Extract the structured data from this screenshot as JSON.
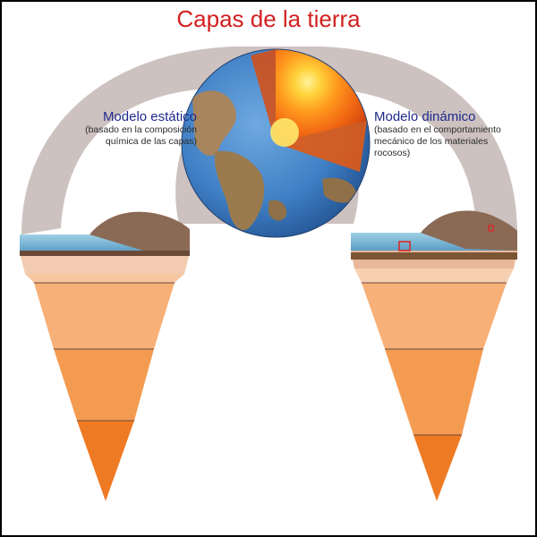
{
  "title": "Capas de la tierra",
  "models": [
    {
      "heading": "Modelo estático",
      "description": "(basado en la composición química de las capas)",
      "description_lines": [
        "(basado en la composición",
        "química de las capas)"
      ]
    },
    {
      "heading": "Modelo dinámico",
      "description": "(basado en el comportamiento mecánico de los materiales rocosos)",
      "description_lines": [
        "(basado en el comportamiento",
        "mecánico de los materiales",
        "rocosos)"
      ]
    }
  ],
  "colors": {
    "title": "#d21f1f",
    "heading": "#1f2a8c",
    "arch": "#cdc2c0",
    "ocean": "#7db8d6",
    "crust": "#e9b89a",
    "mantle_upper": "#f7b988",
    "mantle_mid": "#f5a360",
    "mantle_low": "#f39645",
    "outer_core": "#f28a36",
    "inner_core": "#ee6d1e",
    "globe_sea": "#3f7fc4",
    "core_center": "#ffd23a"
  },
  "icons": [
    "earth-globe-cutaway-icon",
    "left-cone-icon",
    "right-cone-icon"
  ]
}
